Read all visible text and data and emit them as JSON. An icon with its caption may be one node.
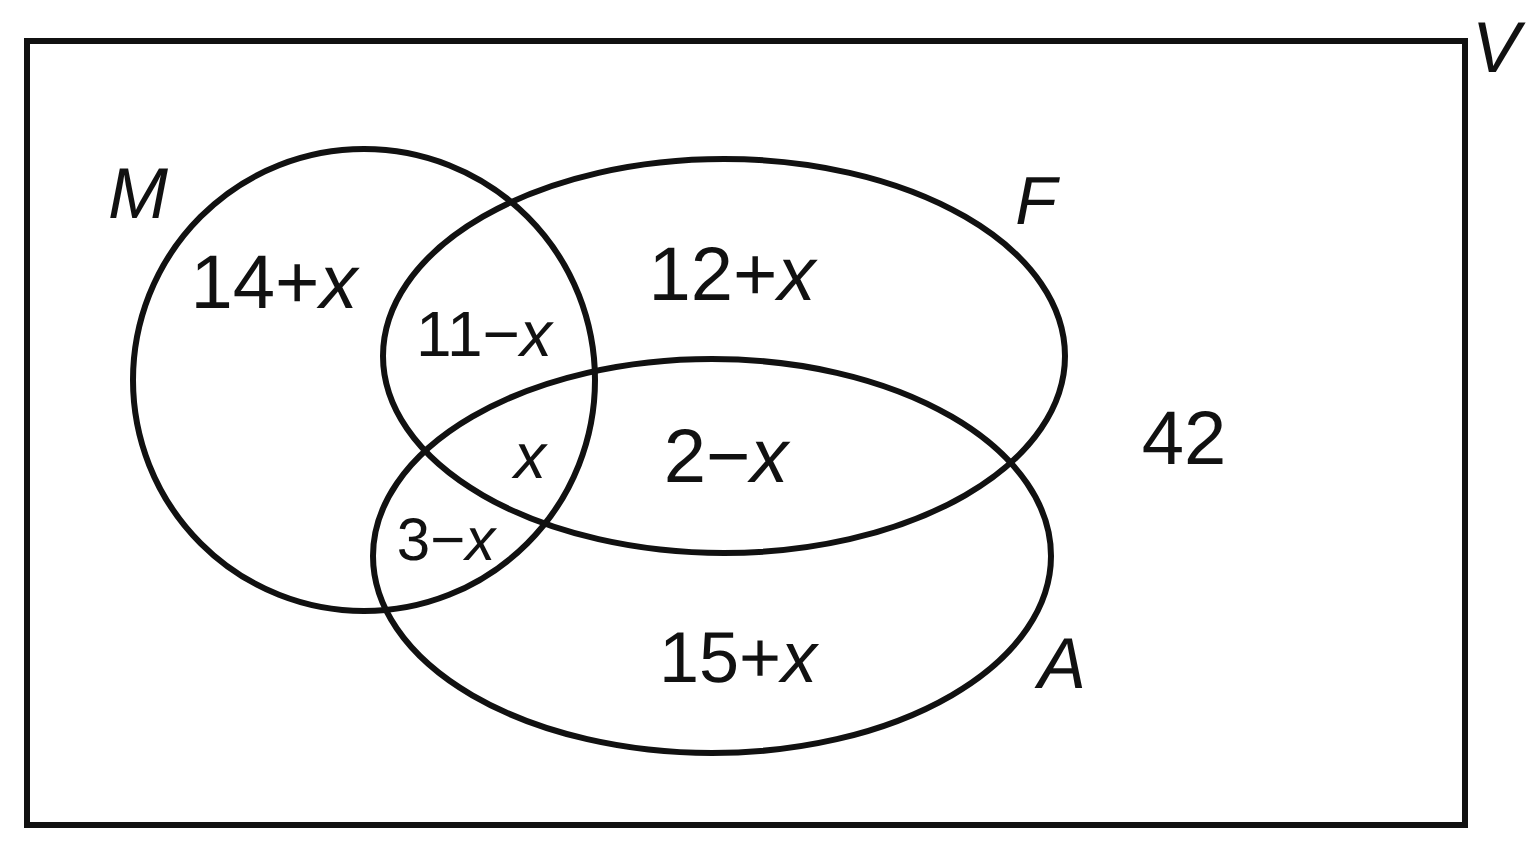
{
  "diagram": {
    "nodes": [
      {
        "text": [
          "V"
        ]
      },
      {
        "text": [
          "M"
        ],
        "in": 0
      },
      {
        "text": [
          "F"
        ],
        "in": 0
      },
      {
        "text": [
          "A"
        ],
        "in": 0
      }
    ],
    "labels": [
      "14+*x*",
      "12+*x*",
      "11−*x*",
      "x",
      "2−*x*",
      "42",
      "3−*x*",
      "15+*x*"
    ]
  }
}
